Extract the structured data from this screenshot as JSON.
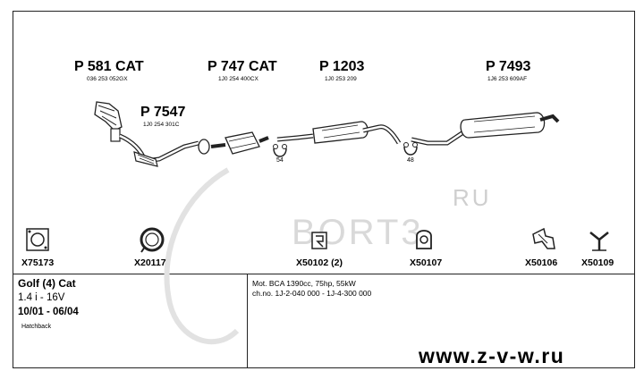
{
  "parts": [
    {
      "code": "P 581 CAT",
      "oem": "036 253 052GX"
    },
    {
      "code": "P 747 CAT",
      "oem": "1J0 254 400CX"
    },
    {
      "code": "P 1203",
      "oem": "1J0 253 209"
    },
    {
      "code": "P 7493",
      "oem": "1J6 253 609AF"
    },
    {
      "code": "P 7547",
      "oem": "1J0 254 301C"
    }
  ],
  "hanger_numbers": [
    "54",
    "48"
  ],
  "accessories": [
    {
      "ref": "X75173",
      "icon": "gasket-icon"
    },
    {
      "ref": "X20117",
      "icon": "ring-clamp-icon"
    },
    {
      "ref": "X50102 (2)",
      "icon": "rubber-mount-icon"
    },
    {
      "ref": "X50107",
      "icon": "rubber-hanger-icon"
    },
    {
      "ref": "X50106",
      "icon": "hanger-bracket-icon"
    },
    {
      "ref": "X50109",
      "icon": "y-hanger-icon"
    }
  ],
  "vehicle": {
    "model": "Golf (4) Cat",
    "engine": "1.4 i - 16V",
    "dates": "10/01 - 06/04",
    "body": "Hatchback"
  },
  "specs": {
    "motor": "Mot. BCA 1390cc, 75hp, 55kW",
    "chassis": "ch.no. 1J-2-040 000 - 1J-4-300 000"
  },
  "watermark": {
    "suffix": "RU",
    "brand": "BORT3"
  },
  "website": "www.z-v-w.ru"
}
